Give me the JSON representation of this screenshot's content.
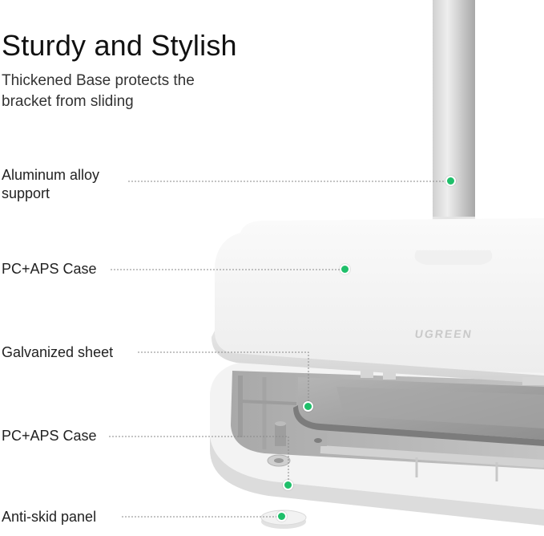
{
  "heading": {
    "title": "Sturdy and Stylish",
    "subtitle_lines": [
      "Thickened Base protects the",
      "bracket from sliding"
    ]
  },
  "brand": {
    "logo_text": "UGREEN"
  },
  "callouts": [
    {
      "id": "aluminum",
      "lines": [
        "Aluminum alloy",
        "support"
      ]
    },
    {
      "id": "case-top",
      "lines": [
        "PC+APS Case"
      ]
    },
    {
      "id": "galvanized",
      "lines": [
        "Galvanized sheet"
      ]
    },
    {
      "id": "case-bottom",
      "lines": [
        "PC+APS Case"
      ]
    },
    {
      "id": "anti-skid",
      "lines": [
        "Anti-skid panel"
      ]
    }
  ],
  "colors": {
    "accent": "#1fbf6a",
    "leader": "#8a8a8a",
    "shell": "#f4f4f4",
    "inner": "#b8b8b8",
    "metal": "#9a9a9a"
  }
}
